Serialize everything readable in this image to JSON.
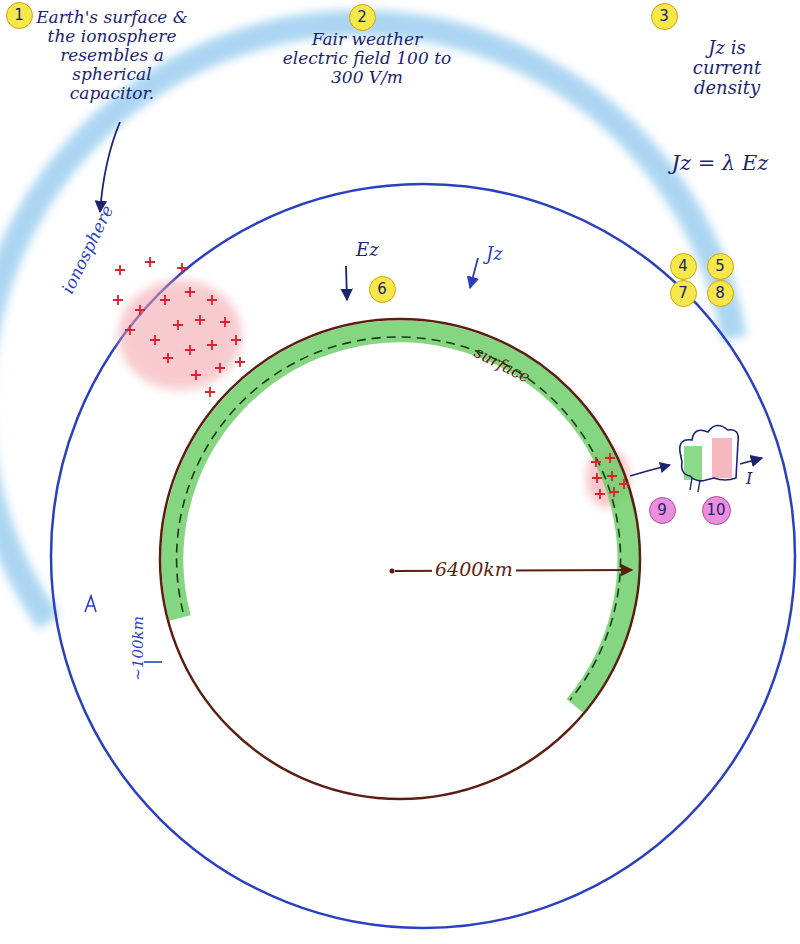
{
  "diagram": {
    "nodes": [
      {
        "text": [
          "1"
        ]
      },
      {
        "text": [
          "2"
        ]
      },
      {
        "text": [
          "3"
        ]
      },
      {
        "text": [
          "4"
        ]
      },
      {
        "text": [
          "5"
        ]
      },
      {
        "text": [
          "7"
        ]
      },
      {
        "text": [
          "8"
        ]
      },
      {
        "text": [
          "6"
        ]
      },
      {
        "text": [
          "9"
        ]
      },
      {
        "text": [
          "10"
        ]
      }
    ],
    "labels": [
      "Earth's surface & the ionosphere resembles a spherical capacitor.",
      "Fair weather electric field 100 to 300 V/m",
      "Jz is current density",
      "Jz = λ Ez",
      "ionosphere",
      "Ez",
      "Jz",
      "surface",
      "6400km",
      "~100km",
      "I"
    ]
  }
}
